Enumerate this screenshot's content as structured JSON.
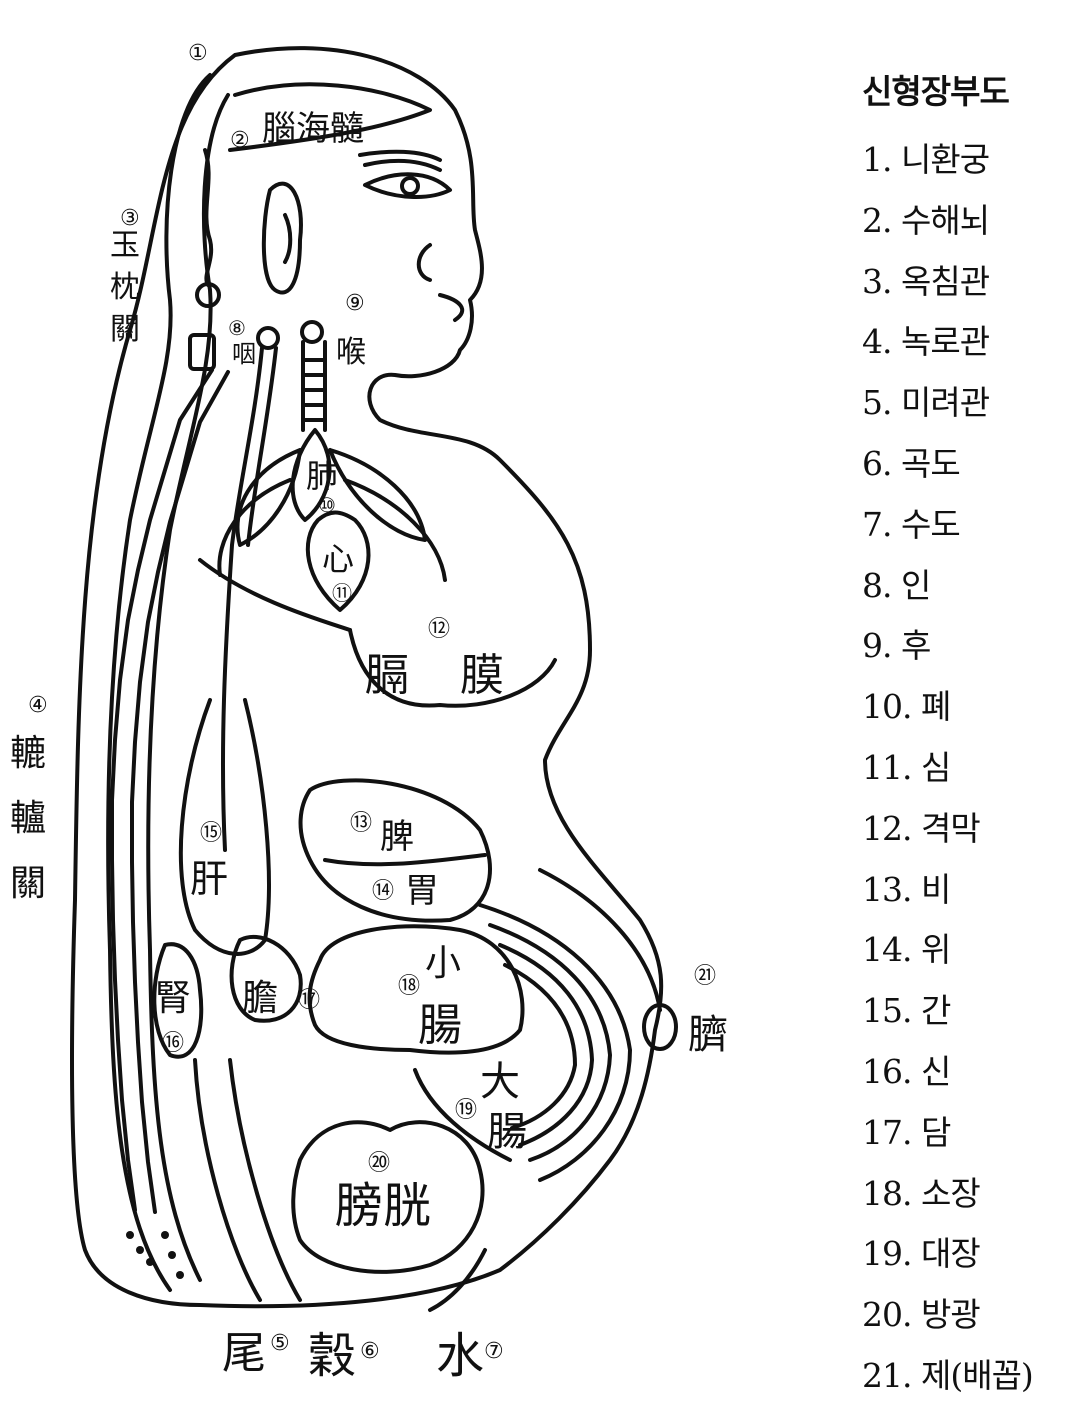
{
  "legend": {
    "title": "신형장부도",
    "items": [
      "1. 니환궁",
      "2. 수해뇌",
      "3. 옥침관",
      "4. 녹로관",
      "5. 미려관",
      "6. 곡도",
      "7. 수도",
      "8. 인",
      "9. 후",
      "10. 폐",
      "11. 심",
      "12. 격막",
      "13. 비",
      "14. 위",
      "15. 간",
      "16. 신",
      "17. 담",
      "18. 소장",
      "19. 대장",
      "20. 방광",
      "21. 제(배꼽)"
    ]
  },
  "figure": {
    "labels": {
      "brain": "腦海髓",
      "jade_pillow": "玉枕關",
      "windlass": "轆轤關",
      "pharynx": "咽",
      "larynx": "喉",
      "lung": "肺",
      "heart": "心",
      "diaphragm_left": "膈",
      "diaphragm_right": "膜",
      "spleen": "脾",
      "stomach": "胃",
      "liver": "肝",
      "kidney": "腎",
      "gallbladder": "膽",
      "small_intestine_top": "小",
      "small_intestine_bottom": "腸",
      "large_intestine_top": "大",
      "large_intestine_bottom": "腸",
      "bladder": "膀胱",
      "navel": "臍",
      "coccyx": "尾",
      "grain_path": "穀",
      "water_path": "水"
    },
    "numbers": [
      "①",
      "②",
      "③",
      "④",
      "⑤",
      "⑥",
      "⑦",
      "⑧",
      "⑨",
      "⑩",
      "⑪",
      "⑫",
      "⑬",
      "⑭",
      "⑮",
      "⑯",
      "⑰",
      "⑱",
      "⑲",
      "⑳",
      "㉑"
    ]
  }
}
